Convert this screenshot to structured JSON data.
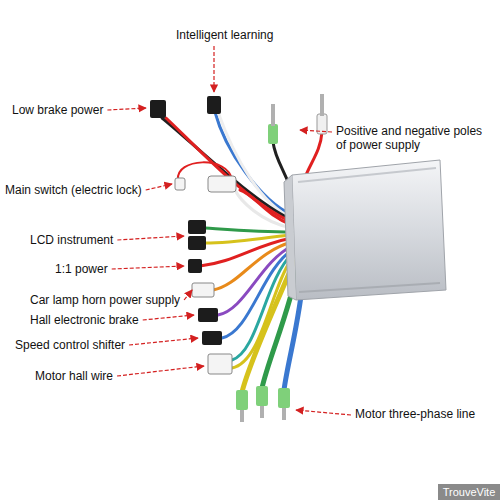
{
  "diagram": {
    "labels": [
      "Intelligent learning",
      "Low brake power",
      "Positive and negative poles of power supply",
      "Main switch (electric lock)",
      "LCD instrument",
      "1:1 power",
      "Car lamp horn power supply",
      "Hall electronic brake",
      "Speed control shifter",
      "Motor hall wire",
      "Motor three-phase line",
      "TrouveVite"
    ]
  }
}
